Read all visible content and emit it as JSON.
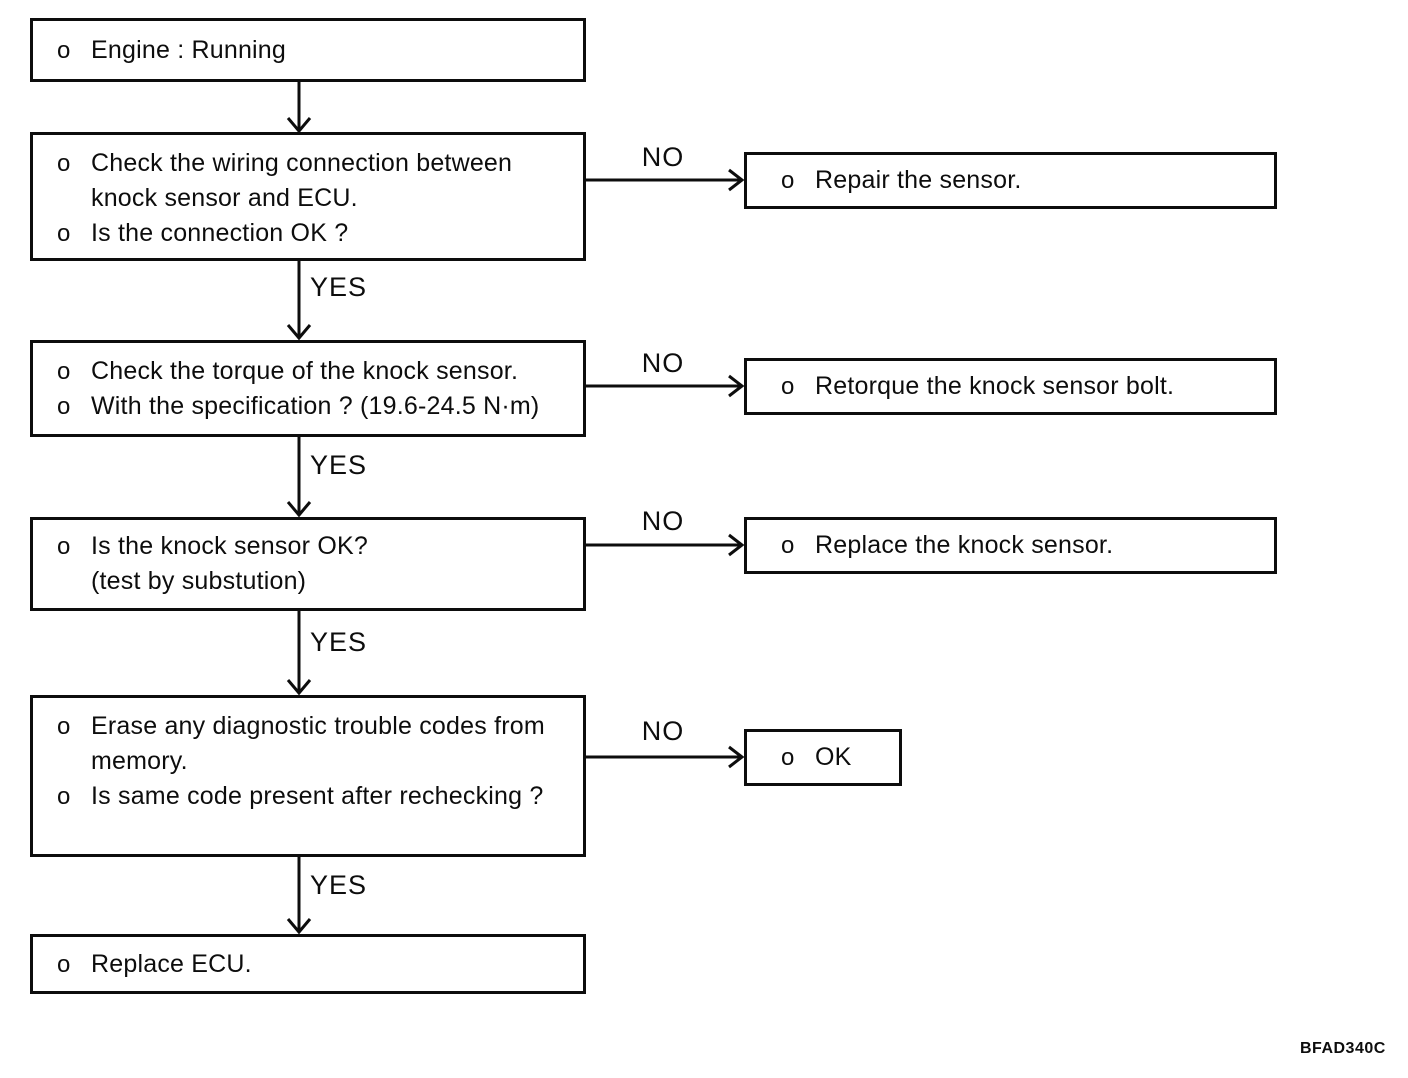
{
  "page": {
    "background": "#ffffff",
    "ink": "#0d0d0d"
  },
  "labels": {
    "yes": "YES",
    "no": "NO"
  },
  "footer": {
    "code": "BFAD340C"
  },
  "flow": {
    "engine": {
      "items": [
        {
          "b": "o",
          "t": "Engine : Running"
        }
      ]
    },
    "wiring": {
      "items": [
        {
          "b": "o",
          "t": "Check the wiring connection between\nknock sensor and ECU."
        },
        {
          "b": "o",
          "t": "Is the connection OK ?"
        }
      ]
    },
    "torque": {
      "items": [
        {
          "b": "o",
          "t": "Check the torque of the knock sensor."
        },
        {
          "b": "o",
          "t": "With the specification ? (19.6-24.5 N·m)"
        }
      ]
    },
    "sensorok": {
      "items": [
        {
          "b": "o",
          "t": "Is the knock sensor OK?\n(test by substution)"
        }
      ]
    },
    "erase": {
      "items": [
        {
          "b": "o",
          "t": "Erase any diagnostic trouble codes from\nmemory."
        },
        {
          "b": "o",
          "t": "Is same code present after rechecking ?"
        }
      ]
    },
    "replaceecu": {
      "items": [
        {
          "b": "o",
          "t": "Replace ECU."
        }
      ]
    },
    "repair": {
      "items": [
        {
          "b": "o",
          "t": "Repair the sensor."
        }
      ]
    },
    "retorque": {
      "items": [
        {
          "b": "o",
          "t": "Retorque the knock sensor bolt."
        }
      ]
    },
    "replacesensor": {
      "items": [
        {
          "b": "o",
          "t": "Replace the knock sensor."
        }
      ]
    },
    "ok": {
      "items": [
        {
          "b": "o",
          "t": "OK"
        }
      ]
    }
  }
}
